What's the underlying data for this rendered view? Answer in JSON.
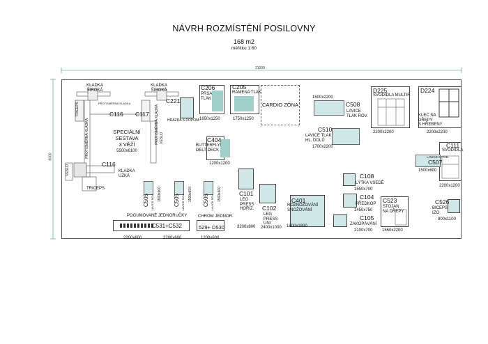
{
  "header": {
    "title": "NÁVRH ROZMÍSTĚNÍ POSILOVNY",
    "area": "168 m2",
    "scale": "měřítko 1:60"
  },
  "dimensions": {
    "width_top": "21000",
    "height_left": "8000"
  },
  "rack": {
    "kladka_siroka_1": "KLADKA\nŠIROKÁ",
    "kladka_siroka_2": "KLADKA\nŠIROKÁ",
    "protismerna_1": "PROTISMĚRNÁ KLADKA",
    "protismerna_2": "PROTISMĚRNÁ KLADKA",
    "protismerna_3": "PROTISMĚRNÁ KLADKA",
    "triceps_top": "TRICEPS",
    "triceps_bottom": "TRICEPS",
    "hrazda": "HRAZDA S DOPOM.",
    "veslo": "VESLO",
    "veslo2": "VESLO",
    "c116_a": "C116",
    "c117": "C117",
    "c116_b": "C116",
    "kladka_uzka": "KLADKA\nÚZKÁ",
    "special_1": "SPECIÁLNÍ",
    "special_2": "SESTAVA",
    "special_3": "3 VĚŽÍ",
    "special_dim": "5500x6100"
  },
  "machines": [
    {
      "code": "C221",
      "name": "",
      "dim": ""
    },
    {
      "code": "C206",
      "name": "PRSA\nTLAK",
      "dim": "1650x1250"
    },
    {
      "code": "C205",
      "name": "RAMENA TLAK",
      "dim": "1750x1250"
    },
    {
      "code": "CARDIO ZÓNA",
      "name": "",
      "dim": ""
    },
    {
      "code": "C508",
      "name": "LAVICE\nTLAK ROV.",
      "dim": "1500x2200"
    },
    {
      "code": "C510",
      "name": "LAVICE TLAK\nHL. DOLŮ",
      "dim": "1700x2200"
    },
    {
      "code": "D225",
      "name": "SVODIDLA MULTIF.",
      "dim": "2200x2200"
    },
    {
      "code": "D224",
      "name": "KLEC NA\nDŘEPY\nS HŘEBENY",
      "dim": "2200x2200"
    },
    {
      "code": "C404",
      "name": "BUTTERFLY/\nDELT DECK",
      "dim": "1200x1200"
    },
    {
      "code": "C111",
      "name": "SVODIDLA",
      "dim": "2200x1200"
    },
    {
      "code": "C507",
      "name": "LAVICE S POD.",
      "dim": "1500x600"
    },
    {
      "code": "C108",
      "name": "LÝTKA VSEDĚ",
      "dim": "1550x700"
    },
    {
      "code": "C104",
      "name": "PŘEDKOP",
      "dim": "1450x750"
    },
    {
      "code": "C105",
      "name": "ZAKOPÁVÁNÍ",
      "dim": "2100x700"
    },
    {
      "code": "C523",
      "name": "STOJAN\nNA DŘEPY",
      "dim": "1550x2200"
    },
    {
      "code": "C526",
      "name": "BICEPS\nIZO",
      "dim": "800x1100"
    },
    {
      "code": "C101",
      "name": "LEG\nPRESS\nHORIZ.",
      "dim": "3200x800"
    },
    {
      "code": "C102",
      "name": "LEG\nPRESS\nUNI",
      "dim": "2400x1000"
    },
    {
      "code": "C401",
      "name": "ROZNOŽOVÁNÍ\nSNOŽOVÁNÍ",
      "dim": "1800x1800"
    }
  ],
  "benches": {
    "c505_label": "C505",
    "c505_sub": "LAVICE ROV.",
    "c505_dim": "1500x600",
    "jednorucky": "POGUMOVANÉ JEDNORUČKY",
    "c531": "C531+C532",
    "chrom": "CHROM JEDNOR.",
    "c529": "529+ D530",
    "dim_a": "2200x600",
    "dim_b": "2200x600",
    "dim_c": "1200x600"
  }
}
